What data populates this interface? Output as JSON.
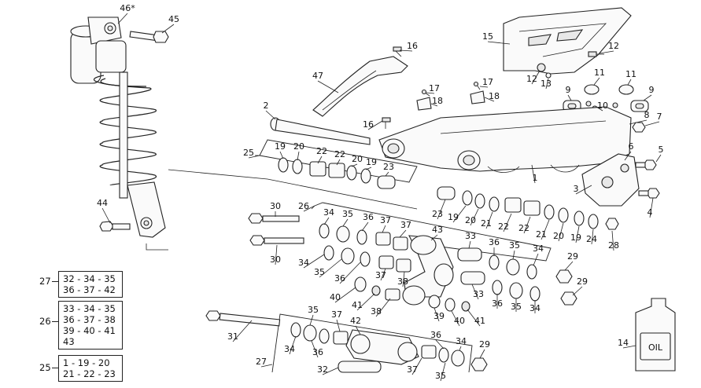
{
  "callouts": [
    {
      "id": "46",
      "text": "46*"
    },
    {
      "id": "45",
      "text": "45"
    },
    {
      "id": "44",
      "text": "44"
    },
    {
      "id": "47",
      "text": "47"
    },
    {
      "id": "2",
      "text": "2"
    },
    {
      "id": "16a",
      "text": "16"
    },
    {
      "id": "16b",
      "text": "16"
    },
    {
      "id": "17a",
      "text": "17"
    },
    {
      "id": "17b",
      "text": "17"
    },
    {
      "id": "18a",
      "text": "18"
    },
    {
      "id": "18b",
      "text": "18"
    },
    {
      "id": "15",
      "text": "15"
    },
    {
      "id": "12a",
      "text": "12"
    },
    {
      "id": "12b",
      "text": "12"
    },
    {
      "id": "13",
      "text": "13"
    },
    {
      "id": "11a",
      "text": "11"
    },
    {
      "id": "11b",
      "text": "11"
    },
    {
      "id": "9a",
      "text": "9"
    },
    {
      "id": "9b",
      "text": "9"
    },
    {
      "id": "10",
      "text": "10"
    },
    {
      "id": "8",
      "text": "8"
    },
    {
      "id": "7",
      "text": "7"
    },
    {
      "id": "6",
      "text": "6"
    },
    {
      "id": "5",
      "text": "5"
    },
    {
      "id": "4",
      "text": "4"
    },
    {
      "id": "3",
      "text": "3"
    },
    {
      "id": "1",
      "text": "1"
    },
    {
      "id": "25",
      "text": "25"
    },
    {
      "id": "19a",
      "text": "19"
    },
    {
      "id": "20a",
      "text": "20"
    },
    {
      "id": "22a",
      "text": "22"
    },
    {
      "id": "22b",
      "text": "22"
    },
    {
      "id": "20b",
      "text": "20"
    },
    {
      "id": "19b",
      "text": "19"
    },
    {
      "id": "23a",
      "text": "23"
    },
    {
      "id": "23b",
      "text": "23"
    },
    {
      "id": "19c",
      "text": "19"
    },
    {
      "id": "20c",
      "text": "20"
    },
    {
      "id": "21a",
      "text": "21"
    },
    {
      "id": "22c",
      "text": "22"
    },
    {
      "id": "22d",
      "text": "22"
    },
    {
      "id": "21b",
      "text": "21"
    },
    {
      "id": "20d",
      "text": "20"
    },
    {
      "id": "19d",
      "text": "19"
    },
    {
      "id": "24",
      "text": "24"
    },
    {
      "id": "28",
      "text": "28"
    },
    {
      "id": "30a",
      "text": "30"
    },
    {
      "id": "30b",
      "text": "30"
    },
    {
      "id": "26a",
      "text": "26"
    },
    {
      "id": "34a",
      "text": "34"
    },
    {
      "id": "35a",
      "text": "35"
    },
    {
      "id": "36a",
      "text": "36"
    },
    {
      "id": "37a",
      "text": "37"
    },
    {
      "id": "37b",
      "text": "37"
    },
    {
      "id": "43",
      "text": "43"
    },
    {
      "id": "34b",
      "text": "34"
    },
    {
      "id": "35b",
      "text": "35"
    },
    {
      "id": "36b",
      "text": "36"
    },
    {
      "id": "37c",
      "text": "37"
    },
    {
      "id": "38a",
      "text": "38"
    },
    {
      "id": "33a",
      "text": "33"
    },
    {
      "id": "36c",
      "text": "36"
    },
    {
      "id": "35c",
      "text": "35"
    },
    {
      "id": "34c",
      "text": "34"
    },
    {
      "id": "33b",
      "text": "33"
    },
    {
      "id": "36d",
      "text": "36"
    },
    {
      "id": "35d",
      "text": "35"
    },
    {
      "id": "34d",
      "text": "34"
    },
    {
      "id": "29a",
      "text": "29"
    },
    {
      "id": "29b",
      "text": "29"
    },
    {
      "id": "40a",
      "text": "40"
    },
    {
      "id": "41a",
      "text": "41"
    },
    {
      "id": "38b",
      "text": "38"
    },
    {
      "id": "39",
      "text": "39"
    },
    {
      "id": "40b",
      "text": "40"
    },
    {
      "id": "41b",
      "text": "41"
    },
    {
      "id": "31",
      "text": "31"
    },
    {
      "id": "35e",
      "text": "35"
    },
    {
      "id": "37d",
      "text": "37"
    },
    {
      "id": "42",
      "text": "42"
    },
    {
      "id": "34e",
      "text": "34"
    },
    {
      "id": "36e",
      "text": "36"
    },
    {
      "id": "36f",
      "text": "36"
    },
    {
      "id": "34f",
      "text": "34"
    },
    {
      "id": "37e",
      "text": "37"
    },
    {
      "id": "35f",
      "text": "35"
    },
    {
      "id": "29c",
      "text": "29"
    },
    {
      "id": "27a",
      "text": "27"
    },
    {
      "id": "32",
      "text": "32"
    },
    {
      "id": "14",
      "text": "14"
    }
  ],
  "oil_label": "OIL",
  "legend": [
    {
      "ref": "27",
      "lines": [
        "32 - 34 - 35",
        "36 - 37 - 42"
      ]
    },
    {
      "ref": "26",
      "lines": [
        "33 - 34 - 35",
        "36 - 37 - 38",
        "39 - 40 - 41",
        "43"
      ]
    },
    {
      "ref": "25",
      "lines": [
        "1 - 19 - 20",
        "21 - 22 - 23"
      ]
    }
  ]
}
